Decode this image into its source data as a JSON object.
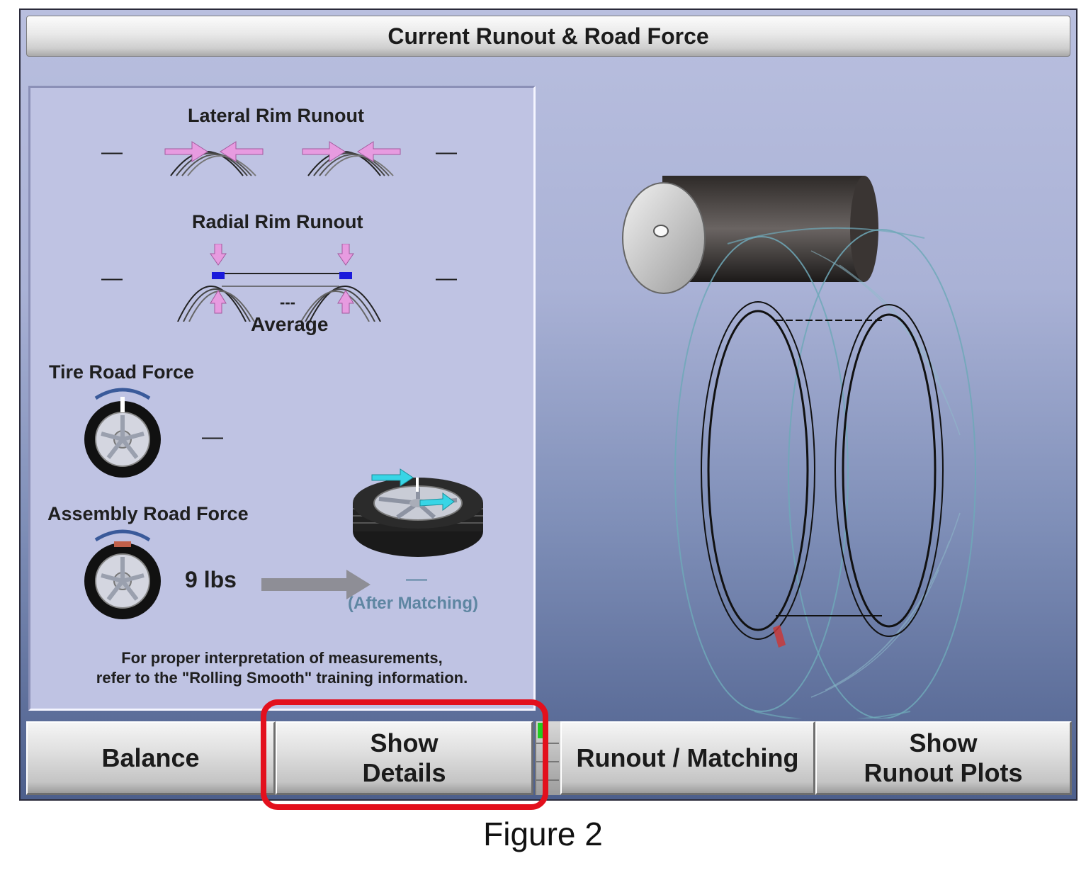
{
  "title": "Current Runout & Road Force",
  "left_panel": {
    "lateral": {
      "label": "Lateral Rim Runout",
      "left_value": "—",
      "right_value": "—"
    },
    "radial": {
      "label": "Radial Rim Runout",
      "left_value": "—",
      "right_value": "—",
      "center_value": "---",
      "average_label": "Average"
    },
    "tire_force": {
      "label": "Tire Road Force",
      "value": "—"
    },
    "assembly_force": {
      "label": "Assembly Road Force",
      "value": "9 lbs",
      "after_value": "—",
      "after_label": "(After Matching)"
    },
    "note_line1": "For proper interpretation of measurements,",
    "note_line2": "refer to the \"Rolling Smooth\" training information."
  },
  "buttons": {
    "balance": "Balance",
    "show_details": "Show\nDetails",
    "runout_matching": "Runout / Matching",
    "show_runout_plots": "Show\nRunout Plots"
  },
  "caption": "Figure 2",
  "colors": {
    "arrow_pink": "#e79be0",
    "arrow_cyan": "#38d5e6",
    "highlight": "#e3101d",
    "panel": "#bfc3e3",
    "after_matching_text": "#5e86a2"
  }
}
